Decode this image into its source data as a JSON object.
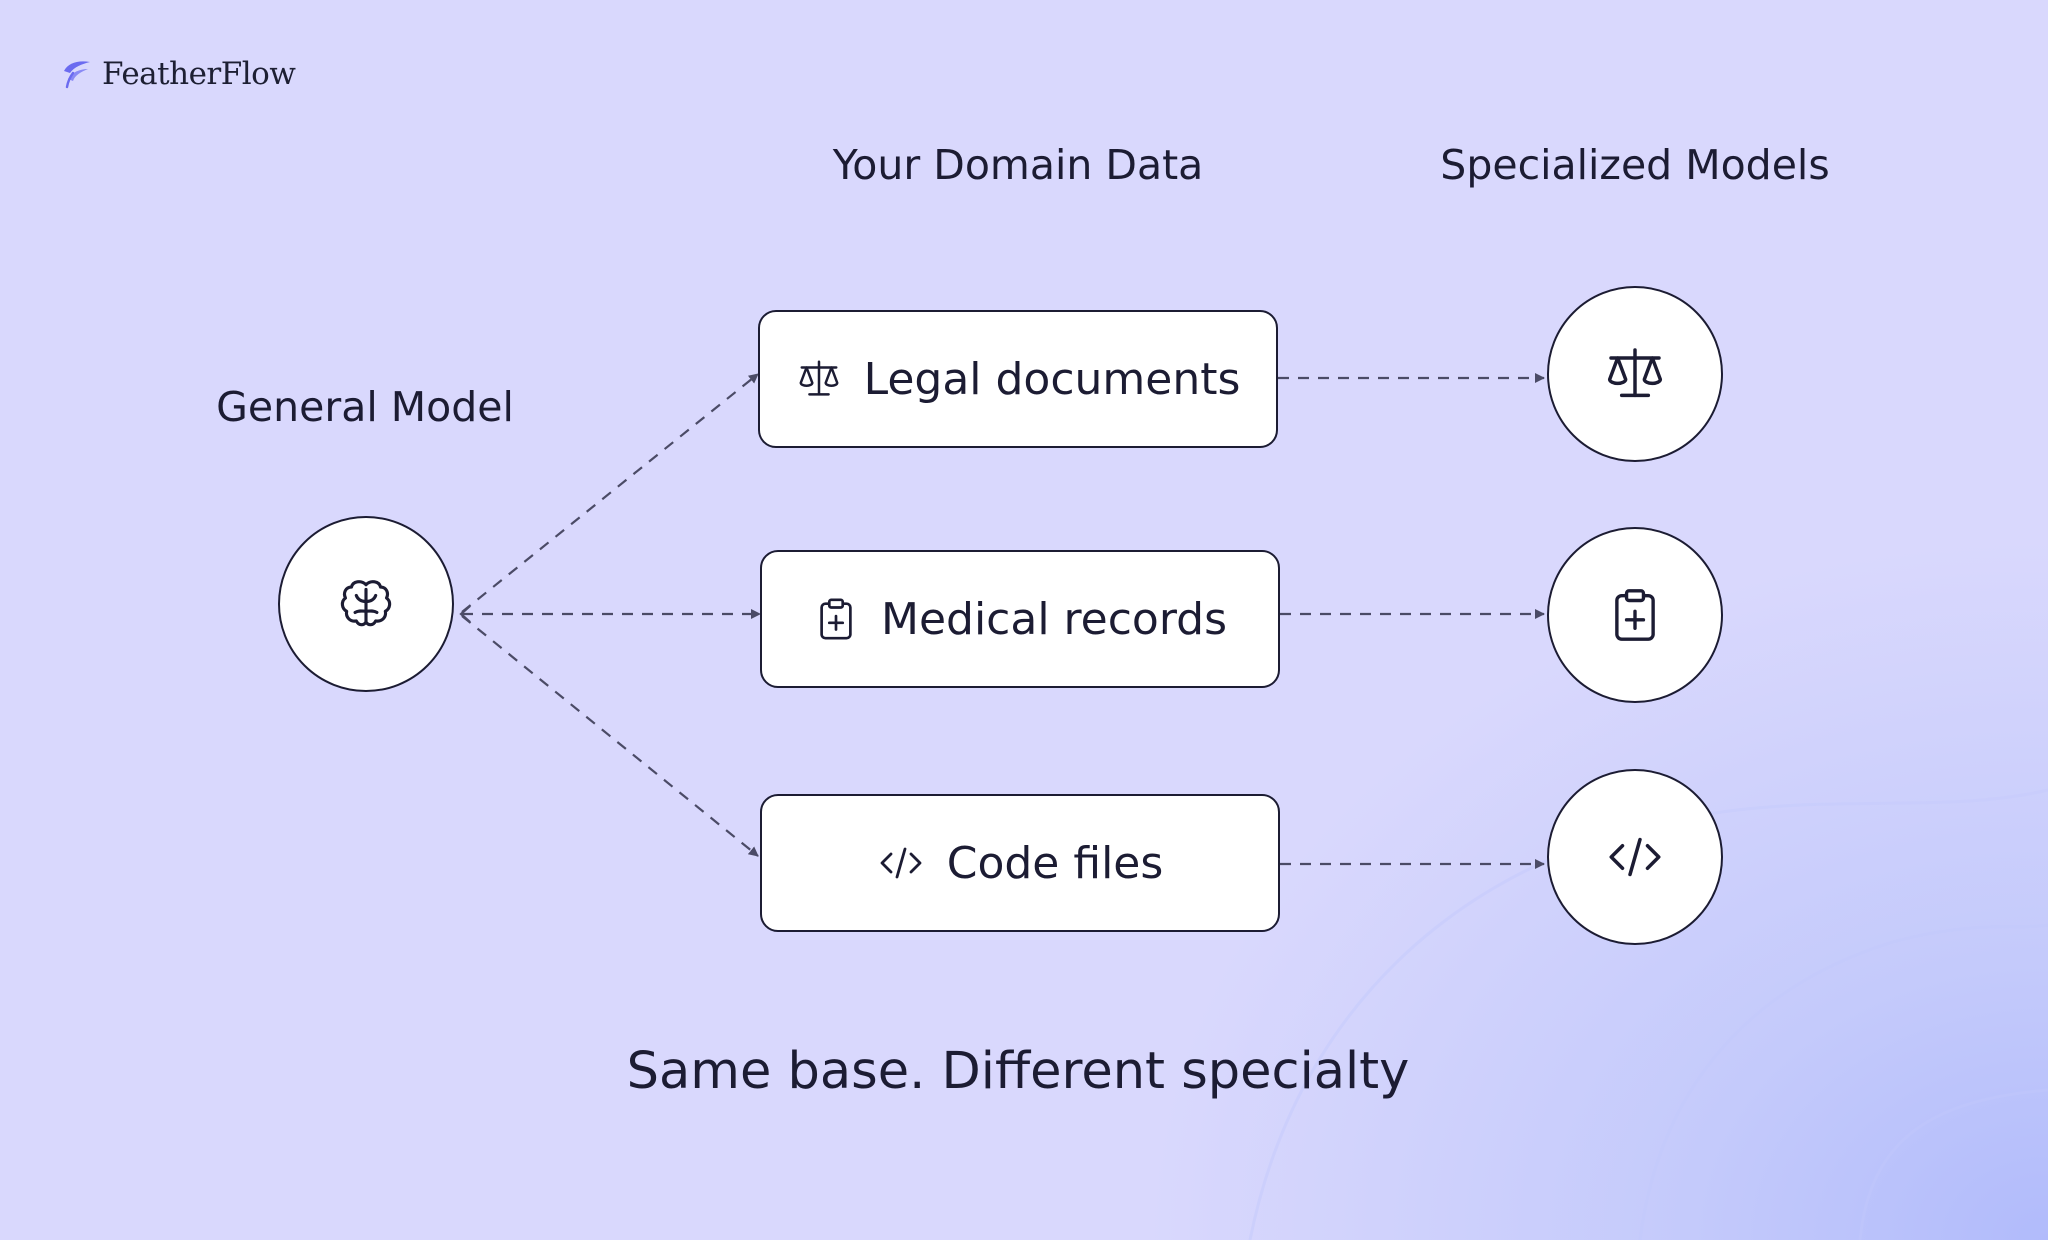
{
  "brand": {
    "name": "FeatherFlow",
    "logo_icon": "feather-icon",
    "accent": "#6b6bf0"
  },
  "columns": {
    "general": "General Model",
    "domain_data": "Your Domain Data",
    "specialized": "Specialized Models"
  },
  "general_model": {
    "icon": "brain-icon"
  },
  "domains": [
    {
      "label": "Legal documents",
      "icon": "scales-icon"
    },
    {
      "label": "Medical records",
      "icon": "clipboard-plus-icon"
    },
    {
      "label": "Code files",
      "icon": "code-icon"
    }
  ],
  "tagline": "Same base. Different specialty",
  "colors": {
    "background": "#d9d8fd",
    "glow": "#b1bbfb",
    "stroke": "#1c1c33",
    "arrow": "#4b4b66",
    "node_fill": "#ffffff"
  }
}
